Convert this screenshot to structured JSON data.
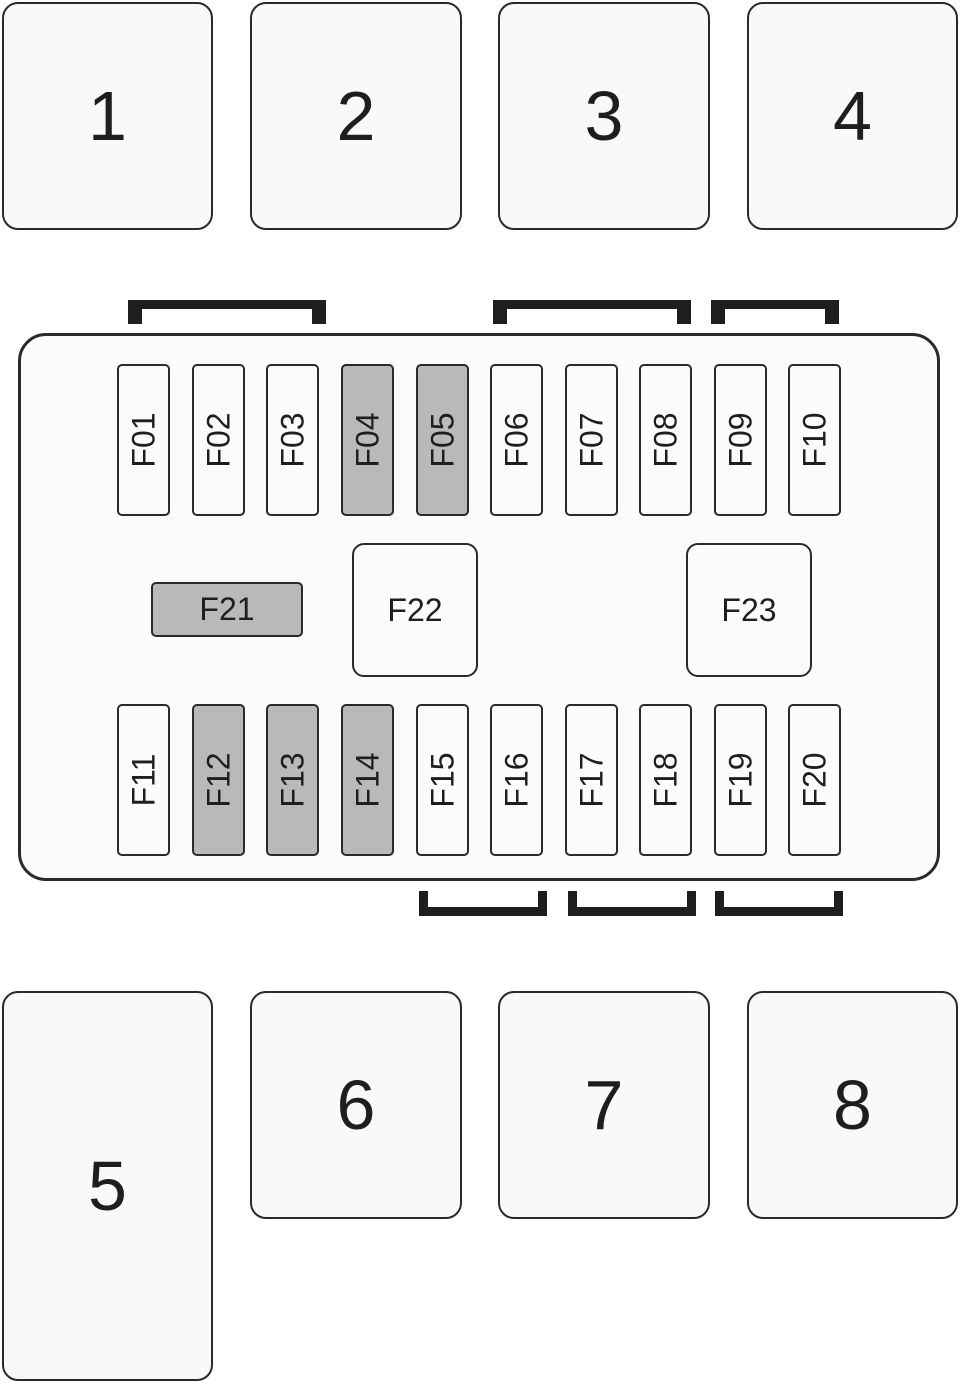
{
  "relays_top": [
    "1",
    "2",
    "3",
    "4"
  ],
  "relays_bottom": [
    "5",
    "6",
    "7",
    "8"
  ],
  "fuses_top_row": [
    "F01",
    "F02",
    "F03",
    "F04",
    "F05",
    "F06",
    "F07",
    "F08",
    "F09",
    "F10"
  ],
  "fuses_bottom_row": [
    "F11",
    "F12",
    "F13",
    "F14",
    "F15",
    "F16",
    "F17",
    "F18",
    "F19",
    "F20"
  ],
  "fuses_middle": {
    "flat": "F21",
    "left_block": "F22",
    "right_block": "F23"
  },
  "highlighted_fuses": [
    "F04",
    "F05",
    "F12",
    "F13",
    "F14",
    "F21"
  ],
  "colors": {
    "outline": "#2a2a2a",
    "highlight_fill": "#b9b9b9",
    "fill": "#fbfbfb"
  }
}
